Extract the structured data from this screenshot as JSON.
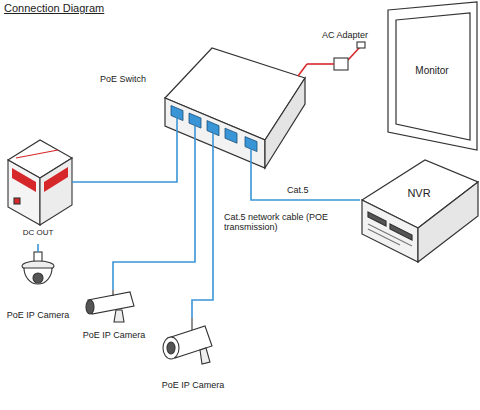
{
  "diagram": {
    "title": "Connection Diagram",
    "nodes": [
      {
        "text": [
          "PoE Switch"
        ]
      },
      {
        "text": [
          "AC Adapter"
        ]
      },
      {
        "text": [
          "Monitor"
        ]
      },
      {
        "text": [
          "NVR"
        ]
      },
      {
        "text": [
          "DC OUT"
        ]
      },
      {
        "text": [
          "PoE IP Camera"
        ]
      },
      {
        "text": [
          "PoE IP Camera"
        ]
      },
      {
        "text": [
          "PoE IP Camera"
        ]
      }
    ],
    "edges": [
      {
        "from": 1,
        "to": 0,
        "arrow": "none"
      },
      {
        "from": 0,
        "to": 3,
        "label": "Cat.5",
        "arrow": "none"
      },
      {
        "from": 0,
        "to": 4,
        "arrow": "none"
      },
      {
        "from": 4,
        "to": 5,
        "arrow": "none"
      },
      {
        "from": 0,
        "to": 6,
        "arrow": "none"
      },
      {
        "from": 0,
        "to": 7,
        "label": "Cat.5 network cable (POE transmission)",
        "arrow": "none"
      }
    ]
  }
}
